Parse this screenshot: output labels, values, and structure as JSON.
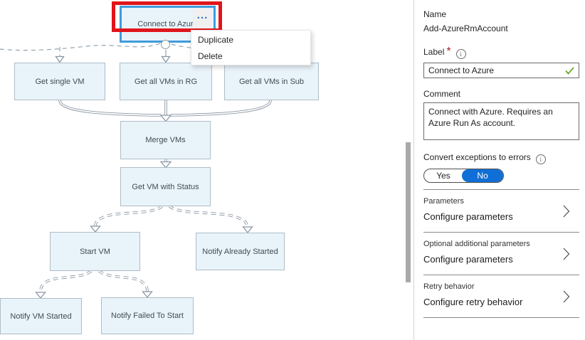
{
  "canvas": {
    "nodes": [
      "Connect to Azure",
      "Get single VM",
      "Get all VMs in RG",
      "Get all VMs in Sub",
      "Merge VMs",
      "Get VM with Status",
      "Start VM",
      "Notify Already Started",
      "Notify VM Started",
      "Notify Failed To Start"
    ],
    "ellipsis_button": "...",
    "context_menu": {
      "items": [
        "Duplicate",
        "Delete"
      ]
    }
  },
  "panel": {
    "name_label": "Name",
    "name_value": "Add-AzureRmAccount",
    "label_field": {
      "label": "Label",
      "required_mark": "*",
      "info_icon": "i",
      "value": "Connect to Azure"
    },
    "comment_field": {
      "label": "Comment",
      "value": "Connect with Azure.  Requires an Azure Run As account."
    },
    "convert_exceptions": {
      "label": "Convert exceptions to errors",
      "info_icon": "i",
      "yes_label": "Yes",
      "no_label": "No",
      "selected": "No"
    },
    "sections": [
      {
        "label": "Parameters",
        "action": "Configure parameters"
      },
      {
        "label": "Optional additional parameters",
        "action": "Configure parameters"
      },
      {
        "label": "Retry behavior",
        "action": "Configure retry behavior"
      }
    ]
  },
  "colors": {
    "selection_blue": "#3f9bdb",
    "annotation_red": "#e0151b",
    "node_fill": "#e9f3fa",
    "node_border": "#aebdc7",
    "connector_gray": "#8b98a4",
    "toggle_blue": "#0f6fd6",
    "valid_green": "#5da10b"
  }
}
